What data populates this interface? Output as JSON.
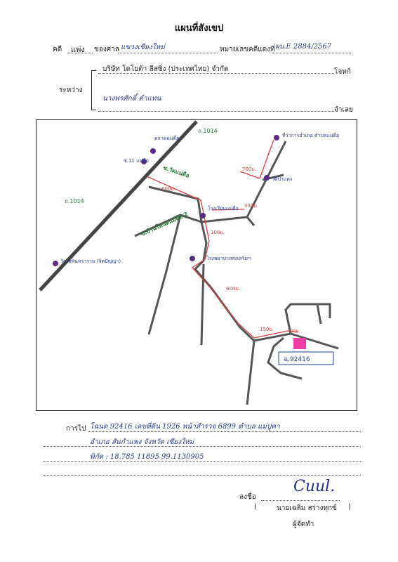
{
  "header": {
    "title": "แผนที่สังเขป",
    "case_label": "คดี",
    "case_type": "แพ่ง",
    "court_label": "ของศาล",
    "court_value": "แขวงเชียงใหม่",
    "red_no_label": "หมายเลขคดีแดงที่",
    "red_no_value": "ผบ.E 2884/2567",
    "between_label": "ระหว่าง",
    "plaintiff": "บริษัท โตโยต้า ลีสซิ่ง (ประเทศไทย) จำกัด",
    "plaintiff_role": "โจทก์",
    "defendant": "นางพรศักดิ์ ดำแทน",
    "defendant_role": "จำเลย"
  },
  "map": {
    "roads": {
      "r1014_top": "ถ.1014",
      "r1014_left": "ถ.1014",
      "soi_wat": "ซ.วัดแม่ดือ",
      "soi_ban": "ซ.บ้านโหนดแม่ดือ 2",
      "plot": "ฉ.92416"
    },
    "places": {
      "market": "ตลาดแม่ดือ",
      "seven": "ซ.11 แม่ดือ",
      "sao": "ที่ว่าการอำเภอ ตำบลแม่ดือ",
      "kp": "วัดป่าแดง",
      "rong": "โรงเรียนแม่ดือ",
      "clinic": "โรงพยาบาลส่งเสริมฯ",
      "temple": "วัดเทพินทราราม (จิตปัญญา)"
    },
    "distances": {
      "d1": "600ม.",
      "d2": "700ม.",
      "d3": "130ม.",
      "d4": "100ม.",
      "d5": "600ม.",
      "d6": "150ม.",
      "d7": "20ม."
    },
    "colors": {
      "route": "#d9413f",
      "marker": "#5b2a86",
      "plot": "#ee3fa6",
      "road_label": "#1f7a3a"
    }
  },
  "footer": {
    "route_label": "การไป",
    "line1": "โฉนด 92416 เลขที่ดิน 1926 หน้าสำรวจ 6899 ตำบล แม่ปูคา",
    "line2": "อำเภอ สันกำแพง จังหวัด เชียงใหม่",
    "line3": "พิกัด : 18.785 11895 99.1130905",
    "sign_label": "ลงชื่อ",
    "signature": "Cuul.",
    "paren_open": "(",
    "signer": "นายเฉลิม สร่างทุกข์",
    "paren_close": ")",
    "signer_role": "ผู้จัดทำ"
  }
}
